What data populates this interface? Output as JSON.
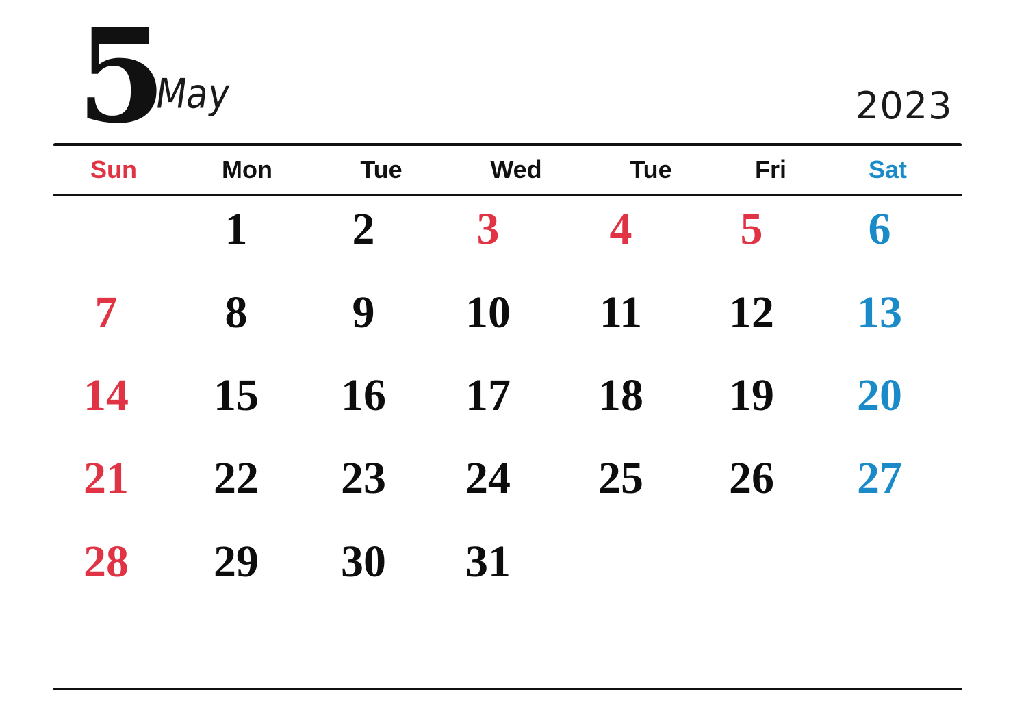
{
  "header": {
    "month_number": "5",
    "month_name": "May",
    "year": "2023"
  },
  "weekdays": [
    "Sun",
    "Mon",
    "Tue",
    "Wed",
    "Tue",
    "Fri",
    "Sat"
  ],
  "colors": {
    "sunday_holiday": "#e03444",
    "saturday": "#1a8bc8",
    "weekday": "#0d0d0d"
  },
  "weeks": [
    [
      "",
      "1",
      "2",
      "3",
      "4",
      "5",
      "6"
    ],
    [
      "7",
      "8",
      "9",
      "10",
      "11",
      "12",
      "13"
    ],
    [
      "14",
      "15",
      "16",
      "17",
      "18",
      "19",
      "20"
    ],
    [
      "21",
      "22",
      "23",
      "24",
      "25",
      "26",
      "27"
    ],
    [
      "28",
      "29",
      "30",
      "31",
      "",
      "",
      ""
    ]
  ],
  "holidays": [
    "3",
    "4",
    "5"
  ]
}
